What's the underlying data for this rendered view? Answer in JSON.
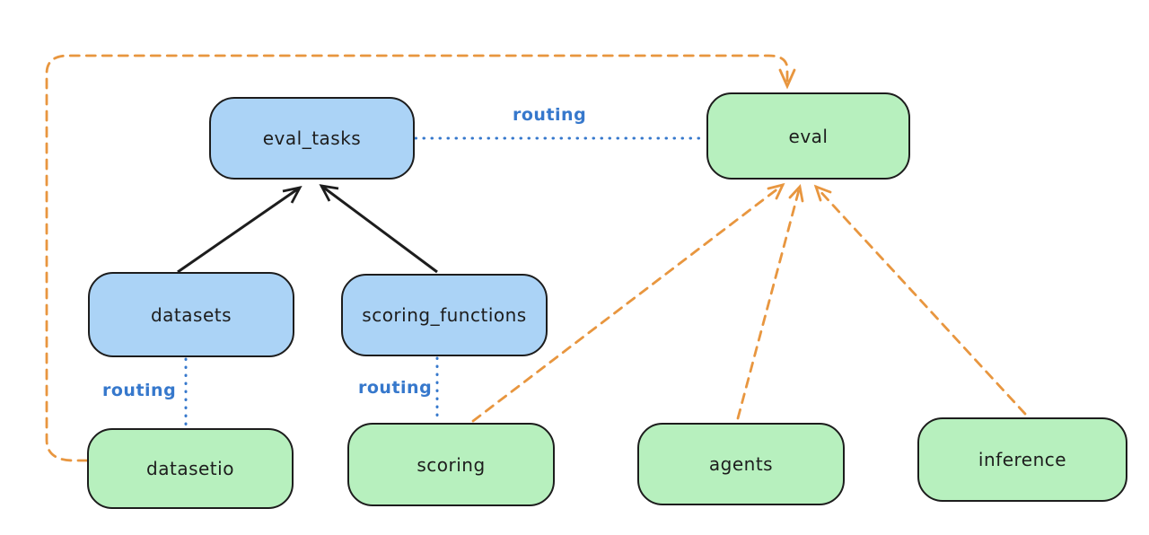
{
  "colors": {
    "background": "#ffffff",
    "api_box_fill": "#abd3f6",
    "provider_box_fill": "#b7f0be",
    "box_stroke": "#1d1d1d",
    "routing_line": "#3678cc",
    "impl_line": "#e8963f",
    "solid_line": "#1d1d1d"
  },
  "nodes": {
    "eval_tasks": {
      "label": "eval_tasks",
      "kind": "api"
    },
    "eval": {
      "label": "eval",
      "kind": "provider"
    },
    "datasets": {
      "label": "datasets",
      "kind": "api"
    },
    "scoring_functions": {
      "label": "scoring_functions",
      "kind": "api"
    },
    "datasetio": {
      "label": "datasetio",
      "kind": "provider"
    },
    "scoring": {
      "label": "scoring",
      "kind": "provider"
    },
    "agents": {
      "label": "agents",
      "kind": "provider"
    },
    "inference": {
      "label": "inference",
      "kind": "provider"
    }
  },
  "edges": [
    {
      "from": "datasets",
      "to": "eval_tasks",
      "style": "solid-arrow"
    },
    {
      "from": "scoring_functions",
      "to": "eval_tasks",
      "style": "solid-arrow"
    },
    {
      "from": "eval_tasks",
      "to": "eval",
      "style": "dotted",
      "label": "routing"
    },
    {
      "from": "datasets",
      "to": "datasetio",
      "style": "dotted",
      "label": "routing"
    },
    {
      "from": "scoring_functions",
      "to": "scoring",
      "style": "dotted",
      "label": "routing"
    },
    {
      "from": "datasetio",
      "to": "eval",
      "style": "dashed-arrow"
    },
    {
      "from": "scoring",
      "to": "eval",
      "style": "dashed-arrow"
    },
    {
      "from": "agents",
      "to": "eval",
      "style": "dashed-arrow"
    },
    {
      "from": "inference",
      "to": "eval",
      "style": "dashed-arrow"
    }
  ]
}
